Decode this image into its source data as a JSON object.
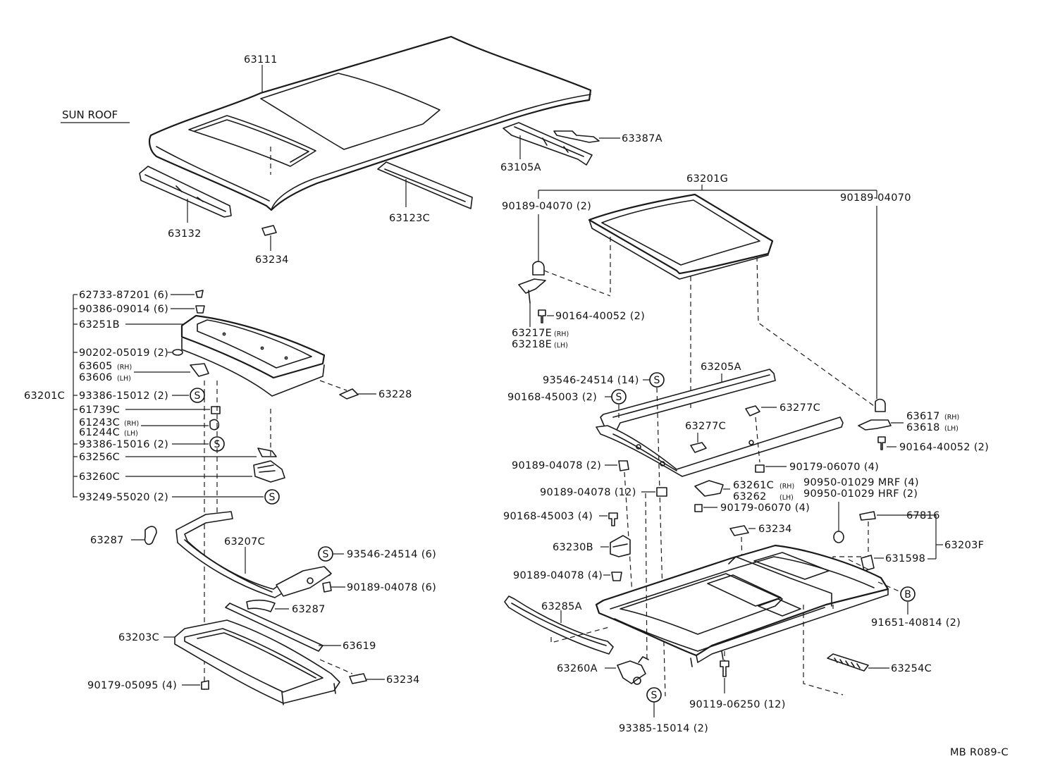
{
  "header": {
    "title": "SUN ROOF",
    "code": "MB R089-C"
  },
  "labels": {
    "63111": "63111",
    "63387A": "63387A",
    "63105A": "63105A",
    "63132": "63132",
    "63123C": "63123C",
    "63234_top": "63234",
    "63201G": "63201G",
    "90189_04070_2": "90189-04070 (2)",
    "90189_04070": "90189-04070",
    "90164_40052_a": "90164-40052 (2)",
    "63217E": "63217E",
    "63218E": "63218E",
    "RH": "(RH)",
    "LH": "(LH)",
    "62733_87201": "62733-87201 (6)",
    "90386_09014": "90386-09014 (6)",
    "63251B": "63251B",
    "90202_05019": "90202-05019 (2)",
    "63605": "63605",
    "63606": "63606",
    "63201C": "63201C",
    "93386_15012": "93386-15012 (2)",
    "61739C": "61739C",
    "61243C": "61243C",
    "61244C": "61244C",
    "93386_15016": "93386-15016 (2)",
    "63256C": "63256C",
    "63260C": "63260C",
    "93249_55020": "93249-55020 (2)",
    "63228": "63228",
    "63287_a": "63287",
    "63207C": "63207C",
    "93546_24514_6": "93546-24514 (6)",
    "90189_04078_6": "90189-04078 (6)",
    "63287_b": "63287",
    "63203C": "63203C",
    "63619": "63619",
    "63234_bl": "63234",
    "90179_05095": "90179-05095 (4)",
    "93546_24514_14": "93546-24514 (14)",
    "63205A": "63205A",
    "90168_45003_2": "90168-45003 (2)",
    "63277C_a": "63277C",
    "63277C_b": "63277C",
    "63617": "63617",
    "63618": "63618",
    "90164_40052_b": "90164-40052 (2)",
    "90189_04078_2": "90189-04078 (2)",
    "90179_06070_a": "90179-06070 (4)",
    "90189_04078_12": "90189-04078 (12)",
    "63261C": "63261C",
    "63262": "63262",
    "90950_01029_mrf": "90950-01029 MRF (4)",
    "90950_01029_hrf": "90950-01029 HRF (2)",
    "90179_06070_b": "90179-06070 (4)",
    "90168_45003_4": "90168-45003 (4)",
    "63234_mid": "63234",
    "67816": "67816",
    "63230B": "63230B",
    "63203F": "63203F",
    "631598": "631598",
    "90189_04078_4": "90189-04078 (4)",
    "63285A": "63285A",
    "91651_40814": "91651-40814 (2)",
    "63260A": "63260A",
    "63254C": "63254C",
    "90119_06250": "90119-06250 (12)",
    "93385_15014": "93385-15014 (2)"
  },
  "symbols": {
    "s": "S",
    "b": "B"
  }
}
